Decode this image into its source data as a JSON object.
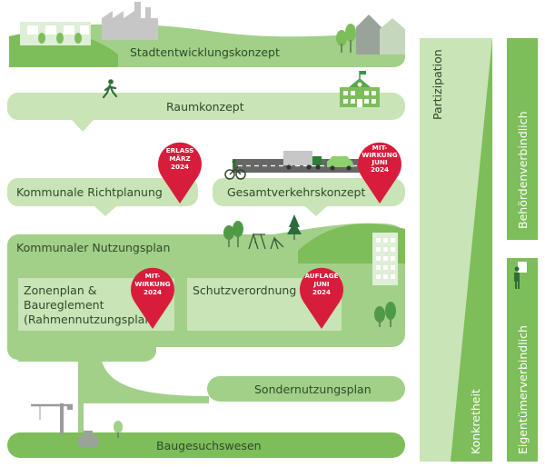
{
  "stages": {
    "stadtentwicklungskonzept": "Stadtentwicklungskonzept",
    "raumkonzept": "Raumkonzept",
    "kommunale_richtplanung": "Kommunale Richtplanung",
    "gesamtverkehrskonzept": "Gesamtverkehrskonzept",
    "kommunaler_nutzungsplan": "Kommunaler Nutzungsplan",
    "zonenplan_lines": [
      "Zonenplan &",
      "Baureglement",
      "(Rahmennutzungsplan)"
    ],
    "schutzverordnung": "Schutzverordnung",
    "sondernutzungsplan": "Sondernutzungsplan",
    "baugesuchswesen": "Baugesuchswesen"
  },
  "axes": {
    "partizipation": "Partizipation",
    "konkretheit": "Konkretheit",
    "behoerdenverbindlich": "Behördenverbindlich",
    "eigentuemerverbindlich": "Eigentümerverbindlich"
  },
  "pins": {
    "erlass": [
      "ERLASS",
      "MÄRZ",
      "2024"
    ],
    "mitwirkung_verkehr": [
      "MIT-",
      "WIRKUNG",
      "JUNI",
      "2024"
    ],
    "mitwirkung_zonenplan": [
      "MIT-",
      "WIRKUNG",
      "2024"
    ],
    "auflage": [
      "AUFLAGE",
      "JUNI",
      "2024"
    ]
  },
  "colors": {
    "green_dark": "#7dbd5a",
    "green_mid": "#a2d089",
    "green_light": "#c9e4b7",
    "pin_red": "#d71d3b",
    "text": "#2f4a2a"
  }
}
